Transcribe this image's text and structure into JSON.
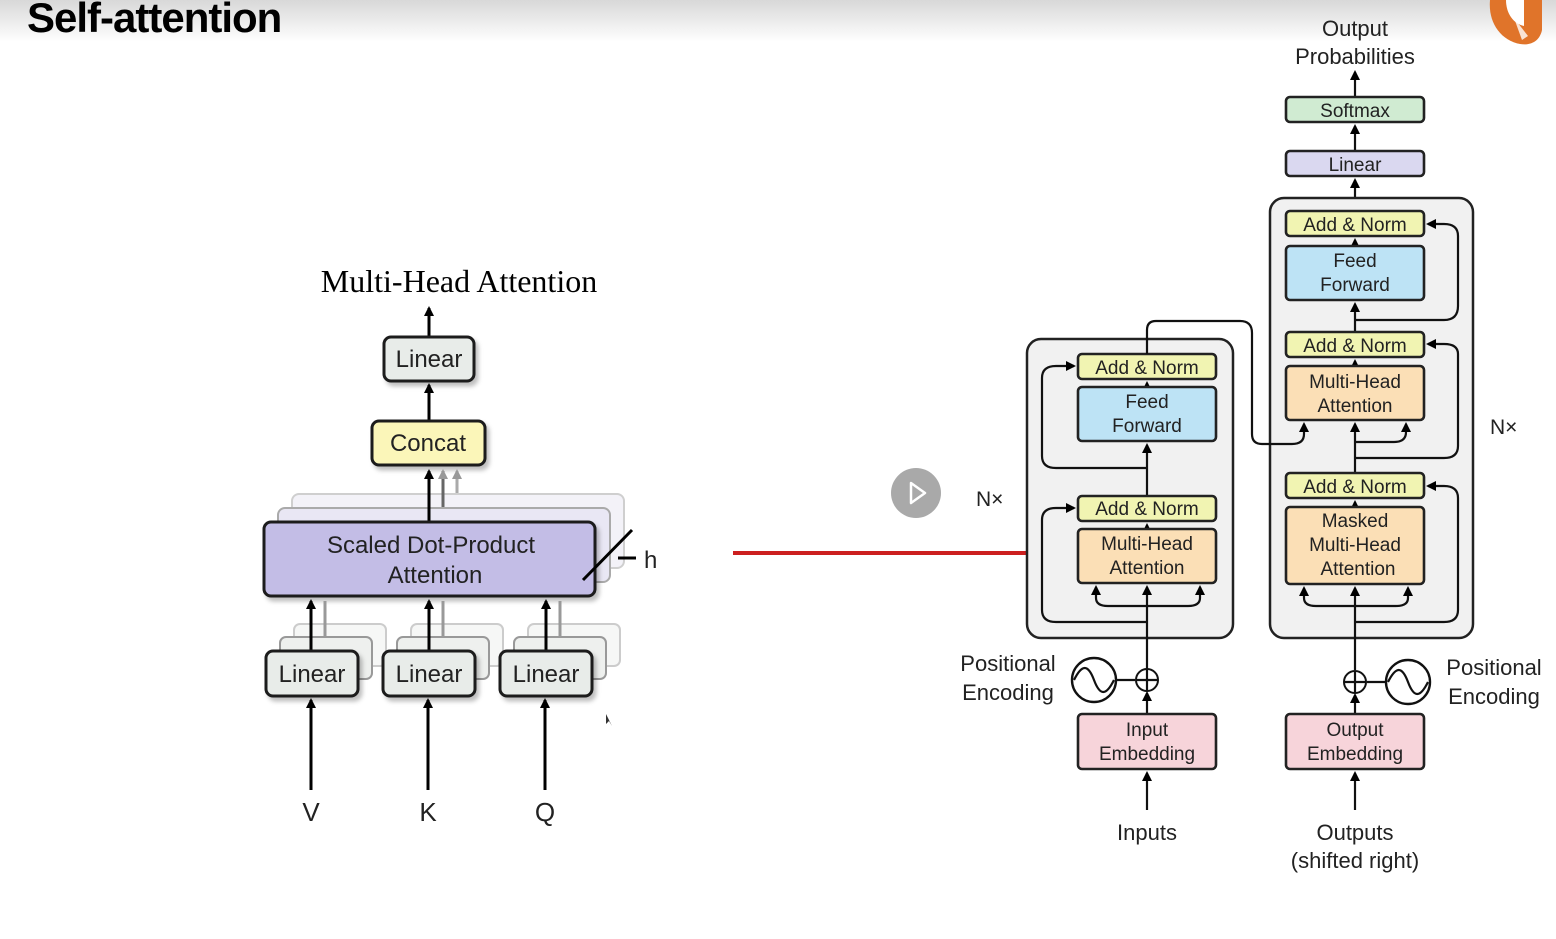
{
  "slide": {
    "title": "Self-attention"
  },
  "mha": {
    "title": "Multi-Head Attention",
    "linear_top": "Linear",
    "concat": "Concat",
    "sdpa": [
      "Scaled Dot-Product",
      "Attention"
    ],
    "h": "h",
    "linears": [
      "Linear",
      "Linear",
      "Linear"
    ],
    "inputs": [
      "V",
      "K",
      "Q"
    ]
  },
  "transformer": {
    "output_probabilities": [
      "Output",
      "Probabilities"
    ],
    "softmax": "Softmax",
    "linear": "Linear",
    "decoder": {
      "add_norm_top": "Add & Norm",
      "feed_forward": [
        "Feed",
        "Forward"
      ],
      "add_norm_mid": "Add & Norm",
      "mha": [
        "Multi-Head",
        "Attention"
      ],
      "add_norm_bottom": "Add & Norm",
      "masked_mha": [
        "Masked",
        "Multi-Head",
        "Attention"
      ],
      "nx": "N×"
    },
    "encoder": {
      "add_norm_top": "Add & Norm",
      "feed_forward": [
        "Feed",
        "Forward"
      ],
      "add_norm_bottom": "Add & Norm",
      "mha": [
        "Multi-Head",
        "Attention"
      ],
      "nx": "N×"
    },
    "positional_encoding_left": [
      "Positional",
      "Encoding"
    ],
    "positional_encoding_right": [
      "Positional",
      "Encoding"
    ],
    "input_embedding": [
      "Input",
      "Embedding"
    ],
    "output_embedding": [
      "Output",
      "Embedding"
    ],
    "inputs": "Inputs",
    "outputs": [
      "Outputs",
      "(shifted right)"
    ]
  },
  "colors": {
    "sdpa_fill": "#c3bde6",
    "concat_fill": "#fbf6b9",
    "linear_fill": "#e8ece9",
    "softmax_fill": "#d0ebd2",
    "linear_out_fill": "#dad8f0",
    "add_norm_fill": "#f1f4b2",
    "feed_forward_fill": "#bde3f5",
    "mha_fill": "#fbdfb6",
    "embedding_fill": "#f7d4da",
    "block_bg": "#f1f1f1",
    "red_arrow": "#cc1f1f"
  }
}
